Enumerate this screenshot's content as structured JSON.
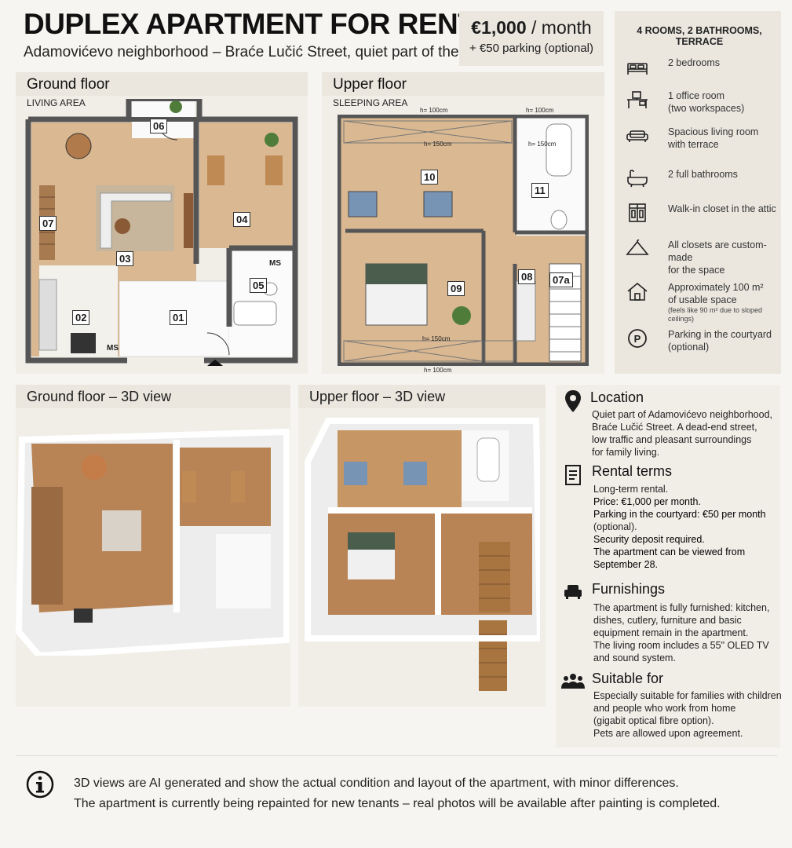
{
  "header": {
    "title": "DUPLEX APARTMENT FOR RENT",
    "subtitle": "Adamovićevo neighborhood – Braće Lučić Street, quiet part of the city",
    "price_main": "€1,000",
    "price_unit": " / month",
    "price_sub": "+ €50 parking (optional)"
  },
  "features": {
    "heading": "4 ROOMS, 2 BATHROOMS, TERRACE",
    "items": [
      {
        "icon": "bed-icon",
        "text": "2 bedrooms"
      },
      {
        "icon": "desk-icon",
        "text": "1 office room",
        "text2": "(two workspaces)"
      },
      {
        "icon": "sofa-icon",
        "text": "Spacious living room",
        "text2": "with terrace"
      },
      {
        "icon": "bathtub-icon",
        "text": "2 full bathrooms"
      },
      {
        "icon": "wardrobe-icon",
        "text": "Walk-in closet in the attic"
      },
      {
        "icon": "hanger-icon",
        "text": "All closets are custom-made",
        "text2": "for the space"
      },
      {
        "icon": "house-icon",
        "text": "Approximately 100 m²",
        "text2": "of usable space",
        "small": "(feels like 90 m² due to sloped ceilings)"
      },
      {
        "icon": "parking-icon",
        "text": "Parking in the courtyard",
        "text2": "(optional)"
      }
    ]
  },
  "ground_floor": {
    "title": "Ground floor",
    "subtitle": "LIVING AREA",
    "rooms": [
      "06",
      "07",
      "03",
      "04",
      "05",
      "02",
      "01"
    ],
    "ms1": "MS",
    "ms2": "MS"
  },
  "upper_floor": {
    "title": "Upper floor",
    "subtitle": "SLEEPING AREA",
    "rooms": [
      "10",
      "11",
      "09",
      "08",
      "07a"
    ],
    "dims": [
      "h= 100cm",
      "h= 100cm",
      "h= 150cm",
      "h= 150cm",
      "h= 150cm",
      "h= 100cm"
    ]
  },
  "views": {
    "ground_3d": "Ground floor – 3D view",
    "upper_3d": "Upper floor – 3D view"
  },
  "info": {
    "location_title": "Location",
    "location_lines": [
      "Quiet part of Adamovićevo neighborhood,",
      "Braće Lučić Street. A dead-end street,",
      "low traffic and pleasant surroundings",
      "for family living."
    ],
    "rental_title": "Rental terms",
    "rental_lines": [
      "Long-term rental.",
      "Price: €1,000 per month.",
      "Parking in the courtyard: €50 per month",
      "(optional).",
      "Security deposit required.",
      "The apartment can be viewed from",
      "September 28."
    ],
    "furnish_title": "Furnishings",
    "furnish_lines": [
      "The apartment is fully furnished: kitchen,",
      "dishes, cutlery, furniture and basic",
      "equipment remain in the apartment.",
      "The living room includes a 55\" OLED TV",
      "and sound system."
    ],
    "suitable_title": "Suitable for",
    "suitable_lines": [
      "Especially suitable for families with children",
      "and people who work from home",
      "(gigabit optical fibre option).",
      "Pets are allowed upon agreement."
    ]
  },
  "footer": {
    "line1": "3D views are AI generated and show the actual condition and layout of the apartment, with minor differences.",
    "line2": "The apartment is currently being repainted for new tenants – real photos will be available after painting is completed."
  }
}
